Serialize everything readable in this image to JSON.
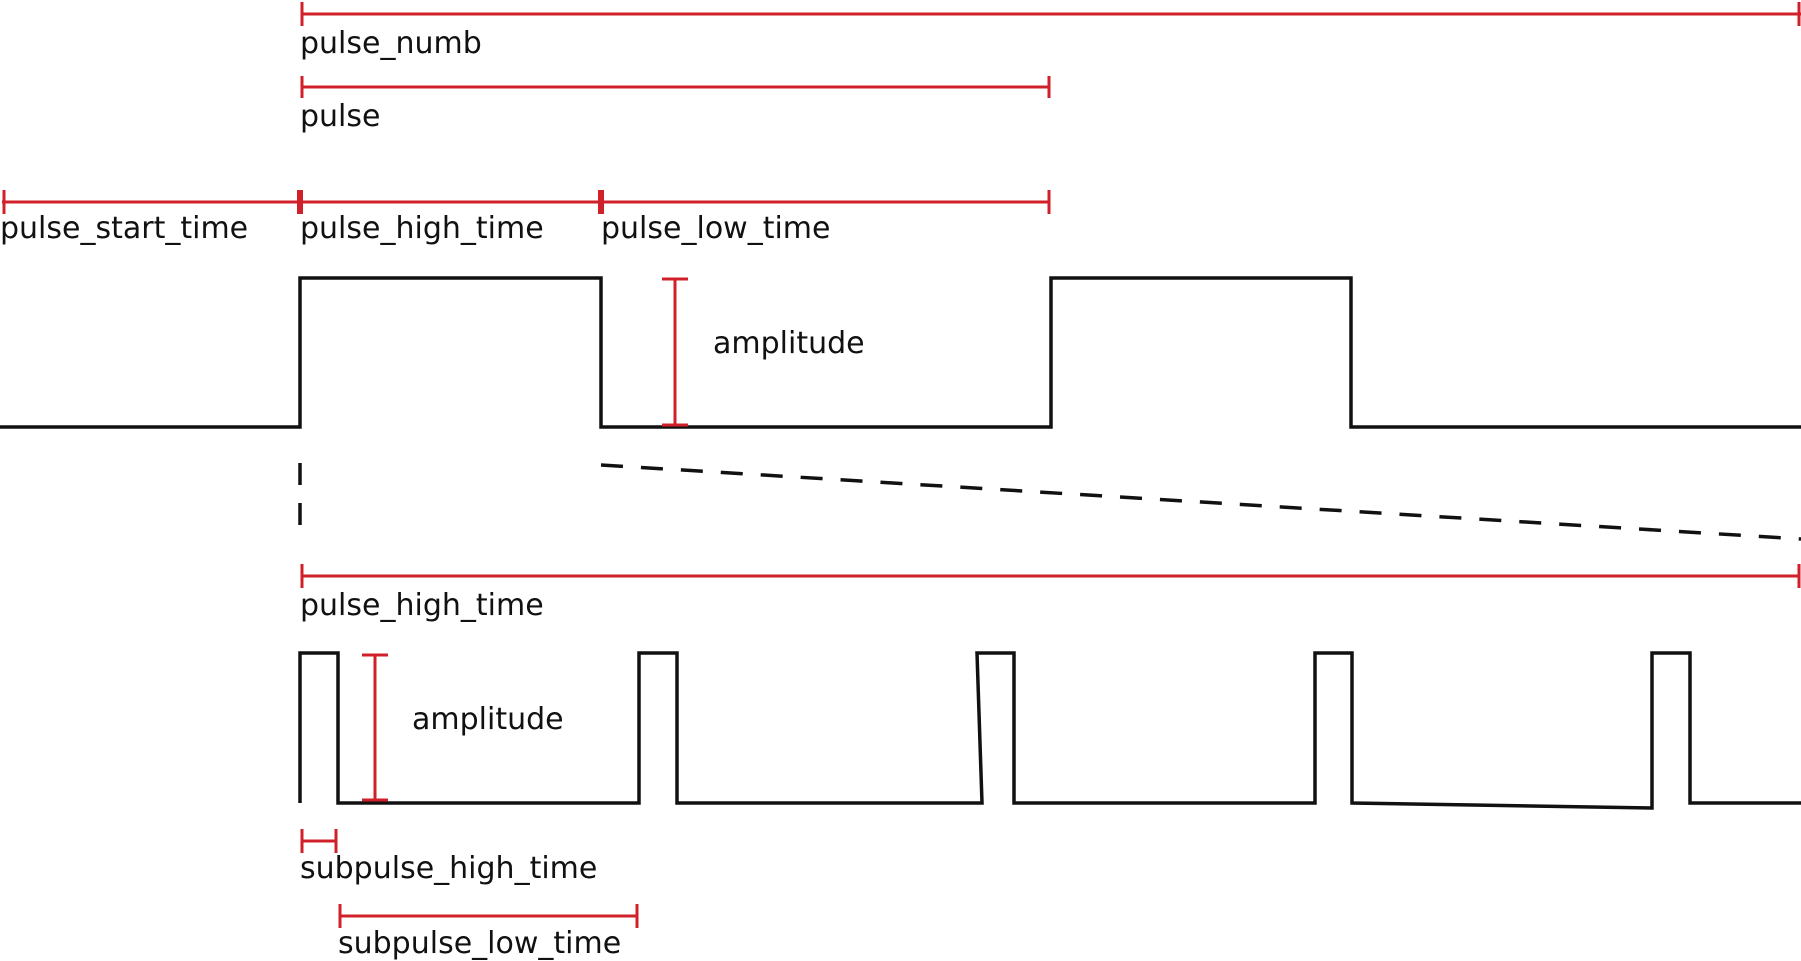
{
  "colors": {
    "dimension": "#d0202a",
    "signal": "#111111",
    "background": "#ffffff"
  },
  "labels": {
    "pulse_numb": "pulse_numb",
    "pulse": "pulse",
    "pulse_start_time": "pulse_start_time",
    "pulse_high_time": "pulse_high_time",
    "pulse_low_time": "pulse_low_time",
    "amplitude_top": "amplitude",
    "pulse_high_time_zoom": "pulse_high_time",
    "amplitude_bottom": "amplitude",
    "subpulse_high_time": "subpulse_high_time",
    "subpulse_low_time": "subpulse_low_time"
  }
}
